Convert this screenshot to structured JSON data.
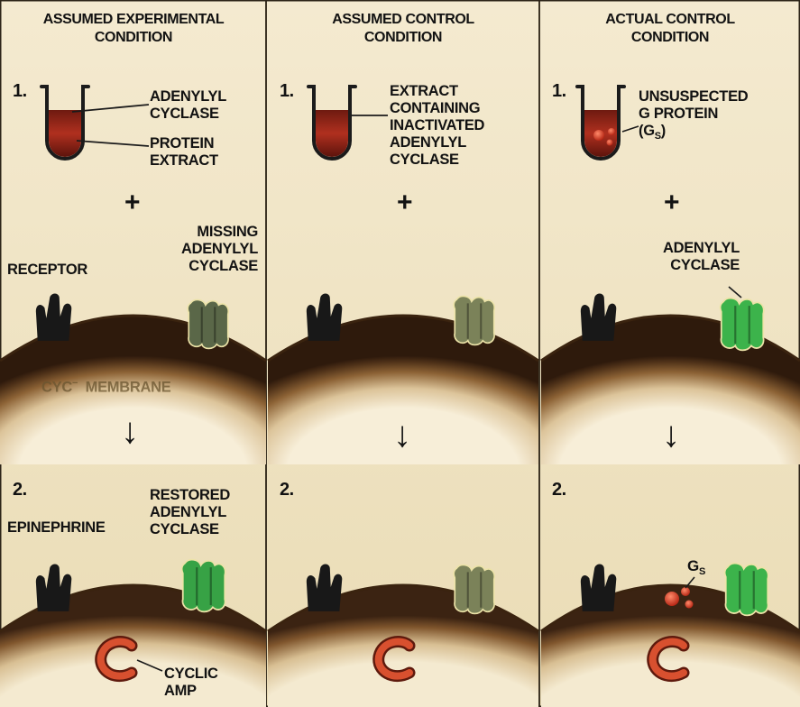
{
  "panels": [
    {
      "header": [
        "ASSUMED EXPERIMENTAL",
        "CONDITION"
      ],
      "step1": "1.",
      "tube_labels": {
        "top": [
          "ADENYLYL",
          "CYCLASE"
        ],
        "bottom": [
          "PROTEIN",
          "EXTRACT"
        ]
      },
      "plus": "+",
      "receptor_label": "RECEPTOR",
      "cyclase_label": [
        "MISSING",
        "ADENYLYL",
        "CYCLASE"
      ],
      "membrane_label": [
        "CYC",
        "MEMBRANE"
      ],
      "membrane_sup": "−",
      "arrow": "↓",
      "step2": "2.",
      "ligand_label": "EPINEPHRINE",
      "restored_label": [
        "RESTORED",
        "ADENYLYL",
        "CYCLASE"
      ],
      "camp_label": [
        "CYCLIC",
        "AMP"
      ]
    },
    {
      "header": [
        "ASSUMED CONTROL",
        "CONDITION"
      ],
      "step1": "1.",
      "tube_label": [
        "EXTRACT",
        "CONTAINING",
        "INACTIVATED",
        "ADENYLYL",
        "CYCLASE"
      ],
      "plus": "+",
      "arrow": "↓",
      "step2": "2."
    },
    {
      "header": [
        "ACTUAL CONTROL",
        "CONDITION"
      ],
      "step1": "1.",
      "tube_label": [
        "UNSUSPECTED",
        "G PROTEIN"
      ],
      "gs_paren": {
        "open": "(G",
        "sub": "S",
        "close": ")"
      },
      "plus": "+",
      "cyclase_label": [
        "ADENYLYL",
        "CYCLASE"
      ],
      "arrow": "↓",
      "step2": "2.",
      "gs_label": {
        "main": "G",
        "sub": "S"
      }
    }
  ],
  "colors": {
    "background": "#f1e6c6",
    "membrane_outer": "#5a3a1c",
    "tube_liquid": "#a5281c",
    "cyclase_active": "#3ea84a",
    "cyclase_missing": "#6f7a54",
    "cyclic_amp": "#c7432a",
    "receptor": "#1a1a1a"
  },
  "icons": [
    "test-tube-icon",
    "receptor-icon",
    "adenylyl-cyclase-icon",
    "g-protein-icon",
    "cyclic-amp-icon",
    "down-arrow-icon",
    "plus-icon"
  ]
}
